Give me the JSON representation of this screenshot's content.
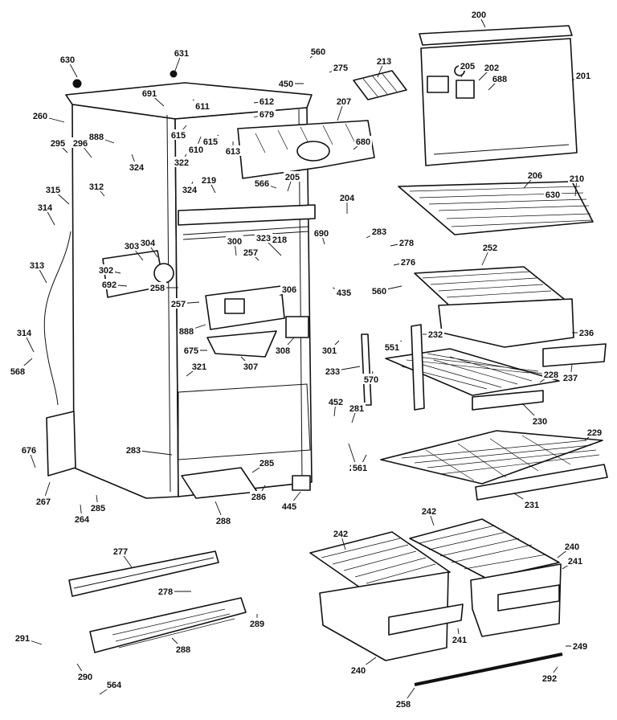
{
  "diagram": {
    "callouts": [
      {
        "id": "c200",
        "text": "200"
      },
      {
        "id": "c201",
        "text": "201"
      },
      {
        "id": "c202",
        "text": "202"
      },
      {
        "id": "c205",
        "text": "205"
      },
      {
        "id": "c688",
        "text": "688"
      },
      {
        "id": "c213",
        "text": "213"
      },
      {
        "id": "c560a",
        "text": "560"
      },
      {
        "id": "c275",
        "text": "275"
      },
      {
        "id": "c450",
        "text": "450"
      },
      {
        "id": "c630a",
        "text": "630"
      },
      {
        "id": "c631",
        "text": "631"
      },
      {
        "id": "c691",
        "text": "691"
      },
      {
        "id": "c611",
        "text": "611"
      },
      {
        "id": "c612",
        "text": "612"
      },
      {
        "id": "c679",
        "text": "679"
      },
      {
        "id": "c207",
        "text": "207"
      },
      {
        "id": "c680",
        "text": "680"
      },
      {
        "id": "c260",
        "text": "260"
      },
      {
        "id": "c888a",
        "text": "888"
      },
      {
        "id": "c295",
        "text": "295"
      },
      {
        "id": "c296",
        "text": "296"
      },
      {
        "id": "c324a",
        "text": "324"
      },
      {
        "id": "c615a",
        "text": "615"
      },
      {
        "id": "c610",
        "text": "610"
      },
      {
        "id": "c615b",
        "text": "615"
      },
      {
        "id": "c613",
        "text": "613"
      },
      {
        "id": "c322",
        "text": "322"
      },
      {
        "id": "c324b",
        "text": "324"
      },
      {
        "id": "c219",
        "text": "219"
      },
      {
        "id": "c566",
        "text": "566"
      },
      {
        "id": "c205b",
        "text": "205"
      },
      {
        "id": "c206",
        "text": "206"
      },
      {
        "id": "c630b",
        "text": "630"
      },
      {
        "id": "c210",
        "text": "210"
      },
      {
        "id": "c315",
        "text": "315"
      },
      {
        "id": "c312",
        "text": "312"
      },
      {
        "id": "c314a",
        "text": "314"
      },
      {
        "id": "c204",
        "text": "204"
      },
      {
        "id": "c218",
        "text": "218"
      },
      {
        "id": "c323",
        "text": "323"
      },
      {
        "id": "c300",
        "text": "300"
      },
      {
        "id": "c257a",
        "text": "257"
      },
      {
        "id": "c690",
        "text": "690"
      },
      {
        "id": "c283a",
        "text": "283"
      },
      {
        "id": "c278a",
        "text": "278"
      },
      {
        "id": "c276",
        "text": "276"
      },
      {
        "id": "c252",
        "text": "252"
      },
      {
        "id": "c303",
        "text": "303"
      },
      {
        "id": "c304",
        "text": "304"
      },
      {
        "id": "c302",
        "text": "302"
      },
      {
        "id": "c313",
        "text": "313"
      },
      {
        "id": "c692",
        "text": "692"
      },
      {
        "id": "c258a",
        "text": "258"
      },
      {
        "id": "c257b",
        "text": "257"
      },
      {
        "id": "c306",
        "text": "306"
      },
      {
        "id": "c435",
        "text": "435"
      },
      {
        "id": "c560b",
        "text": "560"
      },
      {
        "id": "c888b",
        "text": "888"
      },
      {
        "id": "c675",
        "text": "675"
      },
      {
        "id": "c307",
        "text": "307"
      },
      {
        "id": "c308",
        "text": "308"
      },
      {
        "id": "c301",
        "text": "301"
      },
      {
        "id": "c233",
        "text": "233"
      },
      {
        "id": "c551",
        "text": "551"
      },
      {
        "id": "c232",
        "text": "232"
      },
      {
        "id": "c236",
        "text": "236"
      },
      {
        "id": "c314b",
        "text": "314"
      },
      {
        "id": "c568",
        "text": "568"
      },
      {
        "id": "c321",
        "text": "321"
      },
      {
        "id": "c570",
        "text": "570"
      },
      {
        "id": "c228",
        "text": "228"
      },
      {
        "id": "c237",
        "text": "237"
      },
      {
        "id": "c452",
        "text": "452"
      },
      {
        "id": "c281",
        "text": "281"
      },
      {
        "id": "c230",
        "text": "230"
      },
      {
        "id": "c676",
        "text": "676"
      },
      {
        "id": "c283b",
        "text": "283"
      },
      {
        "id": "c285a",
        "text": "285"
      },
      {
        "id": "c229",
        "text": "229"
      },
      {
        "id": "c282",
        "text": "282"
      },
      {
        "id": "c561",
        "text": "561"
      },
      {
        "id": "c267",
        "text": "267"
      },
      {
        "id": "c286",
        "text": "286"
      },
      {
        "id": "c445",
        "text": "445"
      },
      {
        "id": "c231",
        "text": "231"
      },
      {
        "id": "c285b",
        "text": "285"
      },
      {
        "id": "c264",
        "text": "264"
      },
      {
        "id": "c288a",
        "text": "288"
      },
      {
        "id": "c277",
        "text": "277"
      },
      {
        "id": "c242a",
        "text": "242"
      },
      {
        "id": "c242b",
        "text": "242"
      },
      {
        "id": "c240a",
        "text": "240"
      },
      {
        "id": "c241a",
        "text": "241"
      },
      {
        "id": "c278b",
        "text": "278"
      },
      {
        "id": "c289",
        "text": "289"
      },
      {
        "id": "c288b",
        "text": "288"
      },
      {
        "id": "c291",
        "text": "291"
      },
      {
        "id": "c290",
        "text": "290"
      },
      {
        "id": "c564",
        "text": "564"
      },
      {
        "id": "c241b",
        "text": "241"
      },
      {
        "id": "c249",
        "text": "249"
      },
      {
        "id": "c240b",
        "text": "240"
      },
      {
        "id": "c292",
        "text": "292"
      },
      {
        "id": "c258b",
        "text": "258"
      }
    ]
  }
}
